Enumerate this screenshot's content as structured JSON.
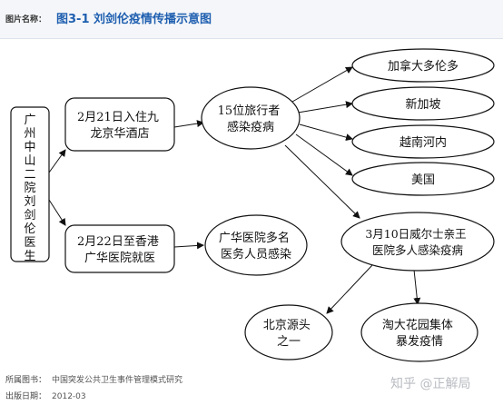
{
  "header": {
    "label": "图片名称：",
    "title": "图3-1  刘剑伦疫情传播示意图"
  },
  "diagram": {
    "source_node": "广州中山二院刘剑伦医生",
    "nodes": {
      "hotel": [
        "2月21日入住九",
        "龙京华酒店"
      ],
      "travelers": [
        "15位旅行者",
        "感染疫病"
      ],
      "kwong_wah": [
        "2月22日至香港",
        "广华医院就医"
      ],
      "kwong_wah_staff": [
        "广华医院多名",
        "医务人员感染"
      ],
      "toronto": [
        "加拿大多伦多"
      ],
      "singapore": [
        "新加坡"
      ],
      "hanoi": [
        "越南河内"
      ],
      "usa": [
        "美国"
      ],
      "prince_wales": [
        "3月10日威尔士亲王",
        "医院多人感染疫病"
      ],
      "beijing": [
        "北京源头",
        "之一"
      ],
      "amoy": [
        "淘大花园集体",
        "暴发疫情"
      ]
    }
  },
  "footer": {
    "book_label": "所属图书：",
    "book_value": "中国突发公共卫生事件管理模式研究",
    "date_label": "出版日期：",
    "date_value": "2012-03"
  },
  "watermark": "知乎 @正解局"
}
